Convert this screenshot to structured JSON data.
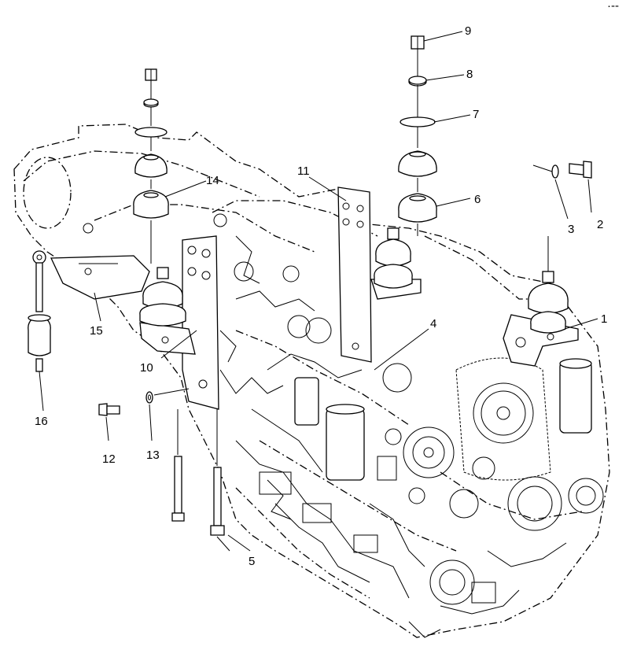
{
  "figure": {
    "corner_mark": "·--",
    "callouts": [
      {
        "id": "callout-1",
        "text": "1"
      },
      {
        "id": "callout-2",
        "text": "2"
      },
      {
        "id": "callout-3",
        "text": "3"
      },
      {
        "id": "callout-4",
        "text": "4"
      },
      {
        "id": "callout-5",
        "text": "5"
      },
      {
        "id": "callout-6",
        "text": "6"
      },
      {
        "id": "callout-7",
        "text": "7"
      },
      {
        "id": "callout-8",
        "text": "8"
      },
      {
        "id": "callout-9",
        "text": "9"
      },
      {
        "id": "callout-10",
        "text": "10"
      },
      {
        "id": "callout-11",
        "text": "11"
      },
      {
        "id": "callout-12",
        "text": "12"
      },
      {
        "id": "callout-13",
        "text": "13"
      },
      {
        "id": "callout-14",
        "text": "14"
      },
      {
        "id": "callout-15",
        "text": "15"
      },
      {
        "id": "callout-16",
        "text": "16"
      }
    ]
  }
}
